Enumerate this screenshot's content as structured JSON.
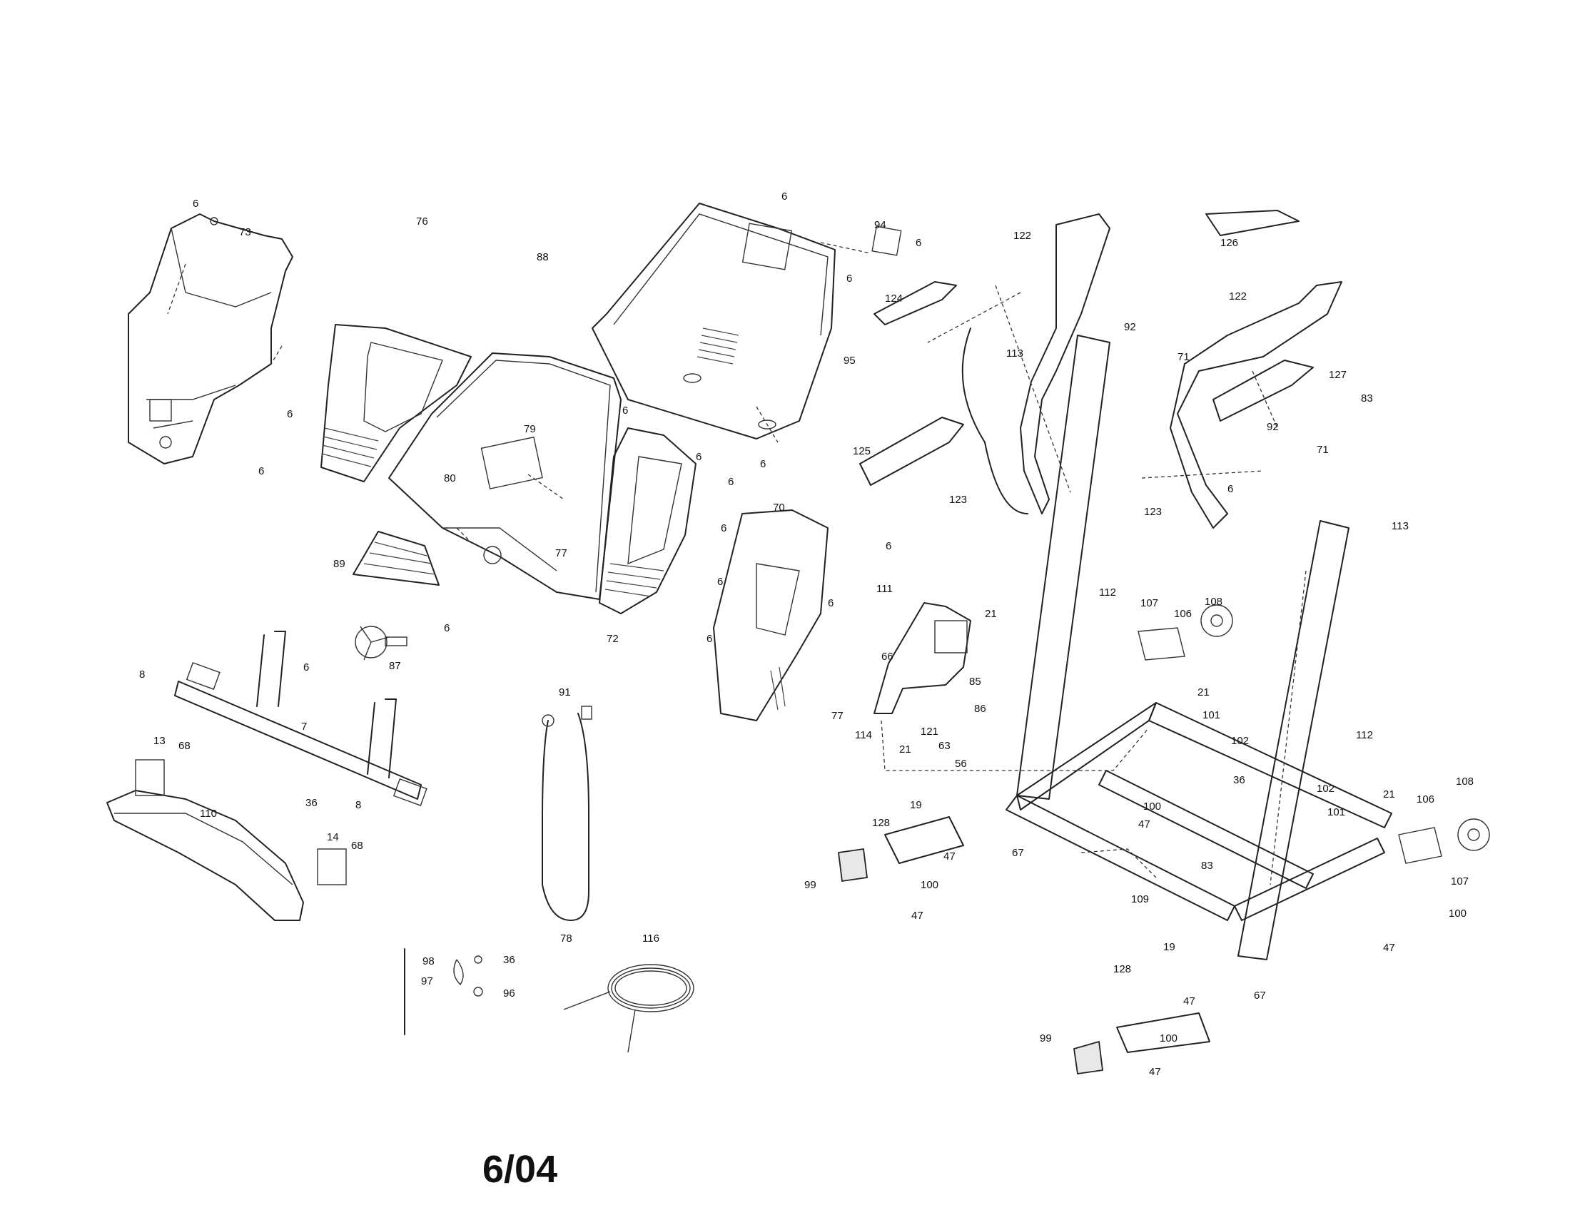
{
  "footer": {
    "date_code": "6/04"
  },
  "callouts": [
    "6",
    "73",
    "6",
    "6",
    "76",
    "88",
    "79",
    "80",
    "77",
    "89",
    "6",
    "87",
    "6",
    "94",
    "6",
    "124",
    "6",
    "95",
    "6",
    "6",
    "6",
    "70",
    "6",
    "6",
    "6",
    "6",
    "72",
    "6",
    "8",
    "7",
    "6",
    "13",
    "68",
    "8",
    "110",
    "36",
    "14",
    "68",
    "91",
    "78",
    "116",
    "98",
    "97",
    "36",
    "96",
    "122",
    "113",
    "92",
    "71",
    "125",
    "6",
    "123",
    "111",
    "21",
    "66",
    "85",
    "86",
    "63",
    "56",
    "121",
    "21",
    "114",
    "77",
    "112",
    "107",
    "106",
    "108",
    "21",
    "101",
    "102",
    "100",
    "47",
    "36",
    "83",
    "47",
    "67",
    "128",
    "19",
    "99",
    "100",
    "47",
    "109",
    "126",
    "122",
    "127",
    "83",
    "92",
    "71",
    "6",
    "123",
    "113",
    "112",
    "102",
    "101",
    "21",
    "106",
    "108",
    "107",
    "100",
    "47",
    "19",
    "128",
    "47",
    "67",
    "99",
    "100",
    "47"
  ]
}
